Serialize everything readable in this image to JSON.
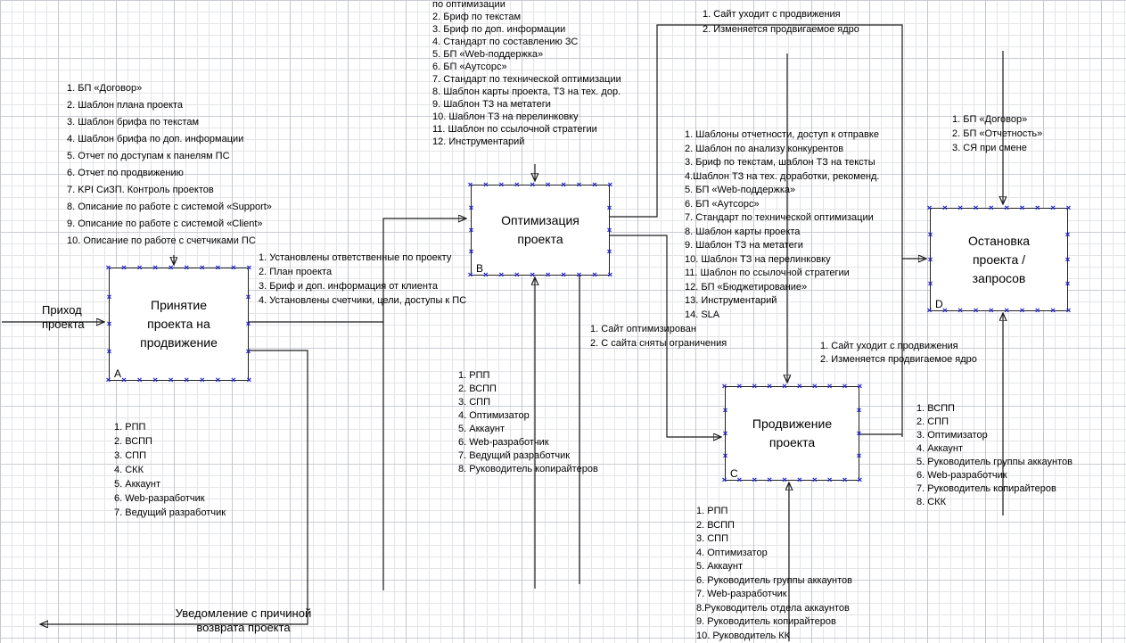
{
  "colors": {
    "handle_blue": "#2121d4",
    "line": "#1a1a1a"
  },
  "boxes": {
    "A": {
      "title": "Принятие проекта на продвижение",
      "letter": "A"
    },
    "B": {
      "title": "Оптимизация проекта",
      "letter": "B"
    },
    "C": {
      "title": "Продвижение проекта",
      "letter": "C"
    },
    "D": {
      "title": "Остановка проекта / запросов",
      "letter": "D"
    }
  },
  "labels": {
    "controls_a": {
      "items": [
        "1. БП «Договор»",
        "2. Шаблон плана проекта",
        "3. Шаблон брифа по текстам",
        "4. Шаблон брифа по доп. информации",
        "5. Отчет по доступам к панелям ПС",
        "6. Отчет по продвижению",
        "7. KPI СиЗП. Контроль проектов",
        "8. Описание по работе с системой «Support»",
        "9. Описание по работе с системой «Client»",
        "10. Описание по работе с счетчиками ПС"
      ]
    },
    "controls_b": {
      "items": [
        "по оптимизации",
        "2. Бриф по текстам",
        "3. Бриф по доп. информации",
        "4. Стандарт по составлению ЗС",
        "5. БП «Web-поддержка»",
        "6. БП «Аутсорс»",
        "7. Стандарт по технической оптимизации",
        "8. Шаблон карты проекта, ТЗ на тех. дор.",
        "9. Шаблон ТЗ на метатеги",
        "10. Шаблон ТЗ на перелинковку",
        "11. Шаблон по ссылочной стратегии",
        "12. Инструментарий"
      ]
    },
    "controls_c": {
      "items": [
        "1. Шаблоны отчетности, доступ к отправке",
        "2. Шаблон по анализу конкурентов",
        "3. Бриф по текстам, шаблон ТЗ на тексты",
        "4.Шаблон ТЗ на тех. доработки, рекоменд.",
        "5. БП «Web-поддержка»",
        "6. БП «Аутсорс»",
        "7. Стандарт по технической оптимизации",
        "8. Шаблон карты проекта",
        "9. Шаблон ТЗ на метатеги",
        "10. Шаблон ТЗ на перелинковку",
        "11. Шаблон по ссылочной стратегии",
        "12. БП «Бюджетирование»",
        "13. Инструментарий",
        "14. SLA"
      ]
    },
    "controls_d": {
      "items": [
        "1. БП «Договор»",
        "2. БП «Отчетность»",
        "3. СЯ при смене"
      ]
    },
    "output_b_to_d": {
      "items": [
        "1. Сайт уходит с продвижения",
        "2. Изменяется продвигаемое ядро"
      ]
    },
    "output_c_to_d": {
      "items": [
        "1. Сайт уходит с продвижения",
        "2. Изменяется продвигаемое ядро"
      ]
    },
    "output_a_to_b": {
      "items": [
        "1. Установлены ответственные по проекту",
        "2. План проекта",
        "3. Бриф и доп. информация от клиента",
        "4. Установлены счетчики, цели, доступы к ПС"
      ]
    },
    "output_b_to_c": {
      "items": [
        "1. Сайт оптимизирован",
        "2. С сайта сняты ограничения"
      ]
    },
    "input_a": {
      "items": [
        "Приход",
        "проекта"
      ]
    },
    "output_return": {
      "items": [
        "Уведомление с причиной",
        "возврата проекта"
      ]
    },
    "mech_a": {
      "items": [
        "1. РПП",
        "2. ВСПП",
        "3. СПП",
        "4. СКК",
        "5. Аккаунт",
        "6. Web-разработчик",
        "7. Ведущий разработчик"
      ]
    },
    "mech_b": {
      "items": [
        "1. РПП",
        "2. ВСПП",
        "3. СПП",
        "4. Оптимизатор",
        "5. Аккаунт",
        "6. Web-разработчик",
        "7. Ведущий разработчик",
        "8. Руководитель копирайтеров"
      ]
    },
    "mech_c": {
      "items": [
        "1. РПП",
        "2. ВСПП",
        "3. СПП",
        "4. Оптимизатор",
        "5. Аккаунт",
        "6. Руководитель группы аккаунтов",
        "7. Web-разработчик",
        "8.Руководитель отдела аккаунтов",
        "9. Руководитель копирайтеров",
        "10. Руководитель КК"
      ]
    },
    "mech_d": {
      "items": [
        "1. ВСПП",
        "2. СПП",
        "3. Оптимизатор",
        "4. Аккаунт",
        "5. Руководитель группы аккаунтов",
        "6. Web-разработчик",
        "7. Руководитель копирайтеров",
        "8. СКК"
      ]
    }
  }
}
